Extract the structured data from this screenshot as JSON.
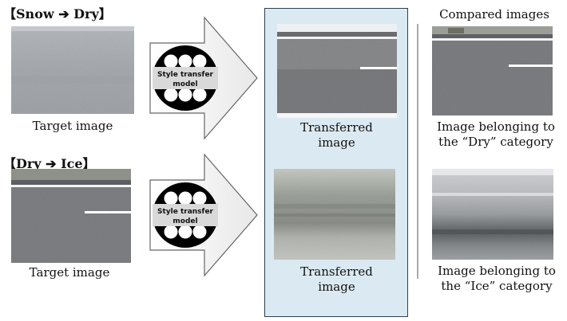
{
  "rows": [
    {
      "heading": "【Snow ➔ Dry】",
      "target_caption": "Target image",
      "model_label_line1": "Style transfer",
      "model_label_line2": "model",
      "transferred_caption_line1": "Transferred",
      "transferred_caption_line2": "image",
      "compared_caption_line1": "Image belonging to",
      "compared_caption_line2": "the “Dry” category"
    },
    {
      "heading": "【Dry ➔ Ice】",
      "target_caption": "Target image",
      "model_label_line1": "Style transfer",
      "model_label_line2": "model",
      "transferred_caption_line1": "Transferred",
      "transferred_caption_line2": "image",
      "compared_caption_line1": "Image belonging to",
      "compared_caption_line2": "the “Ice” category"
    }
  ],
  "compared_title": "Compared images",
  "colors": {
    "panel_bg": "#dbe9f2",
    "panel_border": "#2c3e50",
    "divider": "#a9a9a9",
    "model_circle": "#000000",
    "model_band": "#d9d9d9"
  }
}
